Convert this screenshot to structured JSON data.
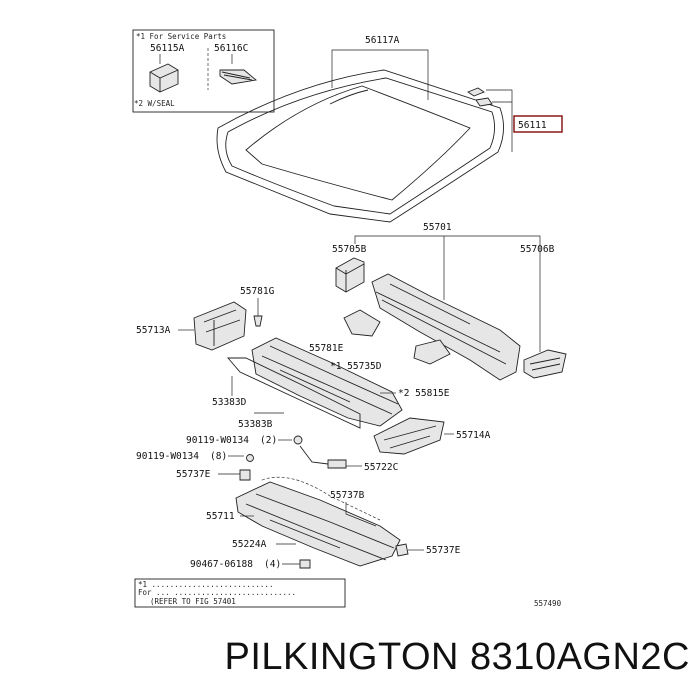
{
  "diagram": {
    "service_box": {
      "title": "*1 For Service Parts",
      "parts": [
        "56115A",
        "56116C"
      ],
      "footnote": "*2 W/SEAL"
    },
    "labels": {
      "glass": "56117A",
      "windshield": "56111",
      "panel": "55701",
      "bracket_left": "55705B",
      "bracket_right": "55706B",
      "clip_top": "55781G",
      "side_left": "55713A",
      "clip_mid": "55781E",
      "hinge": "*1 55735D",
      "cover_right": "*2 55815E",
      "seal_a": "53383D",
      "seal_b": "53383B",
      "bolt_a": "90119-W0134",
      "bolt_a_qty": "(2)",
      "bolt_b": "90119-W0134",
      "bolt_b_qty": "(8)",
      "side_right": "55714A",
      "clip_c": "55722C",
      "clip_e": "55737E",
      "louver": "55737B",
      "cowl_lower": "55711",
      "seal_lower": "55224A",
      "clip_lower": "90467-06188",
      "clip_lower_qty": "(4)",
      "clip_e2": "55737E"
    },
    "note": {
      "line1": "*1 ...........................",
      "line2": "For ...  ...........................",
      "line3": "(REFER TO FIG 57401"
    },
    "fig_code": "557490",
    "brand_caption": "PILKINGTON 8310AGN2C"
  }
}
